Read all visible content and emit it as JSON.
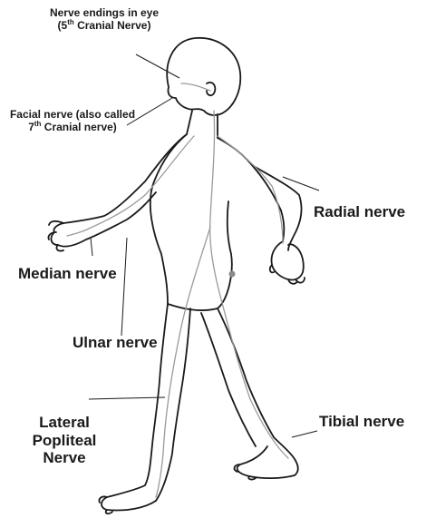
{
  "labels": {
    "eye_nerve": {
      "pre": "Nerve endings in eye (5",
      "sup": "th",
      "post": " Cranial Nerve)"
    },
    "facial_nerve": {
      "pre": "Facial nerve (also called 7",
      "sup": "th",
      "post": " Cranial nerve)"
    },
    "radial_nerve": "Radial nerve",
    "median_nerve": "Median nerve",
    "ulnar_nerve": "Ulnar nerve",
    "lateral_popliteal_nerve": "Lateral Popliteal Nerve",
    "tibial_nerve": "Tibial nerve"
  },
  "colors": {
    "outline": "#1a1a1a",
    "nerve": "#9a9a9a",
    "dot": "#8a8a8a",
    "text": "#1a1a1a"
  }
}
